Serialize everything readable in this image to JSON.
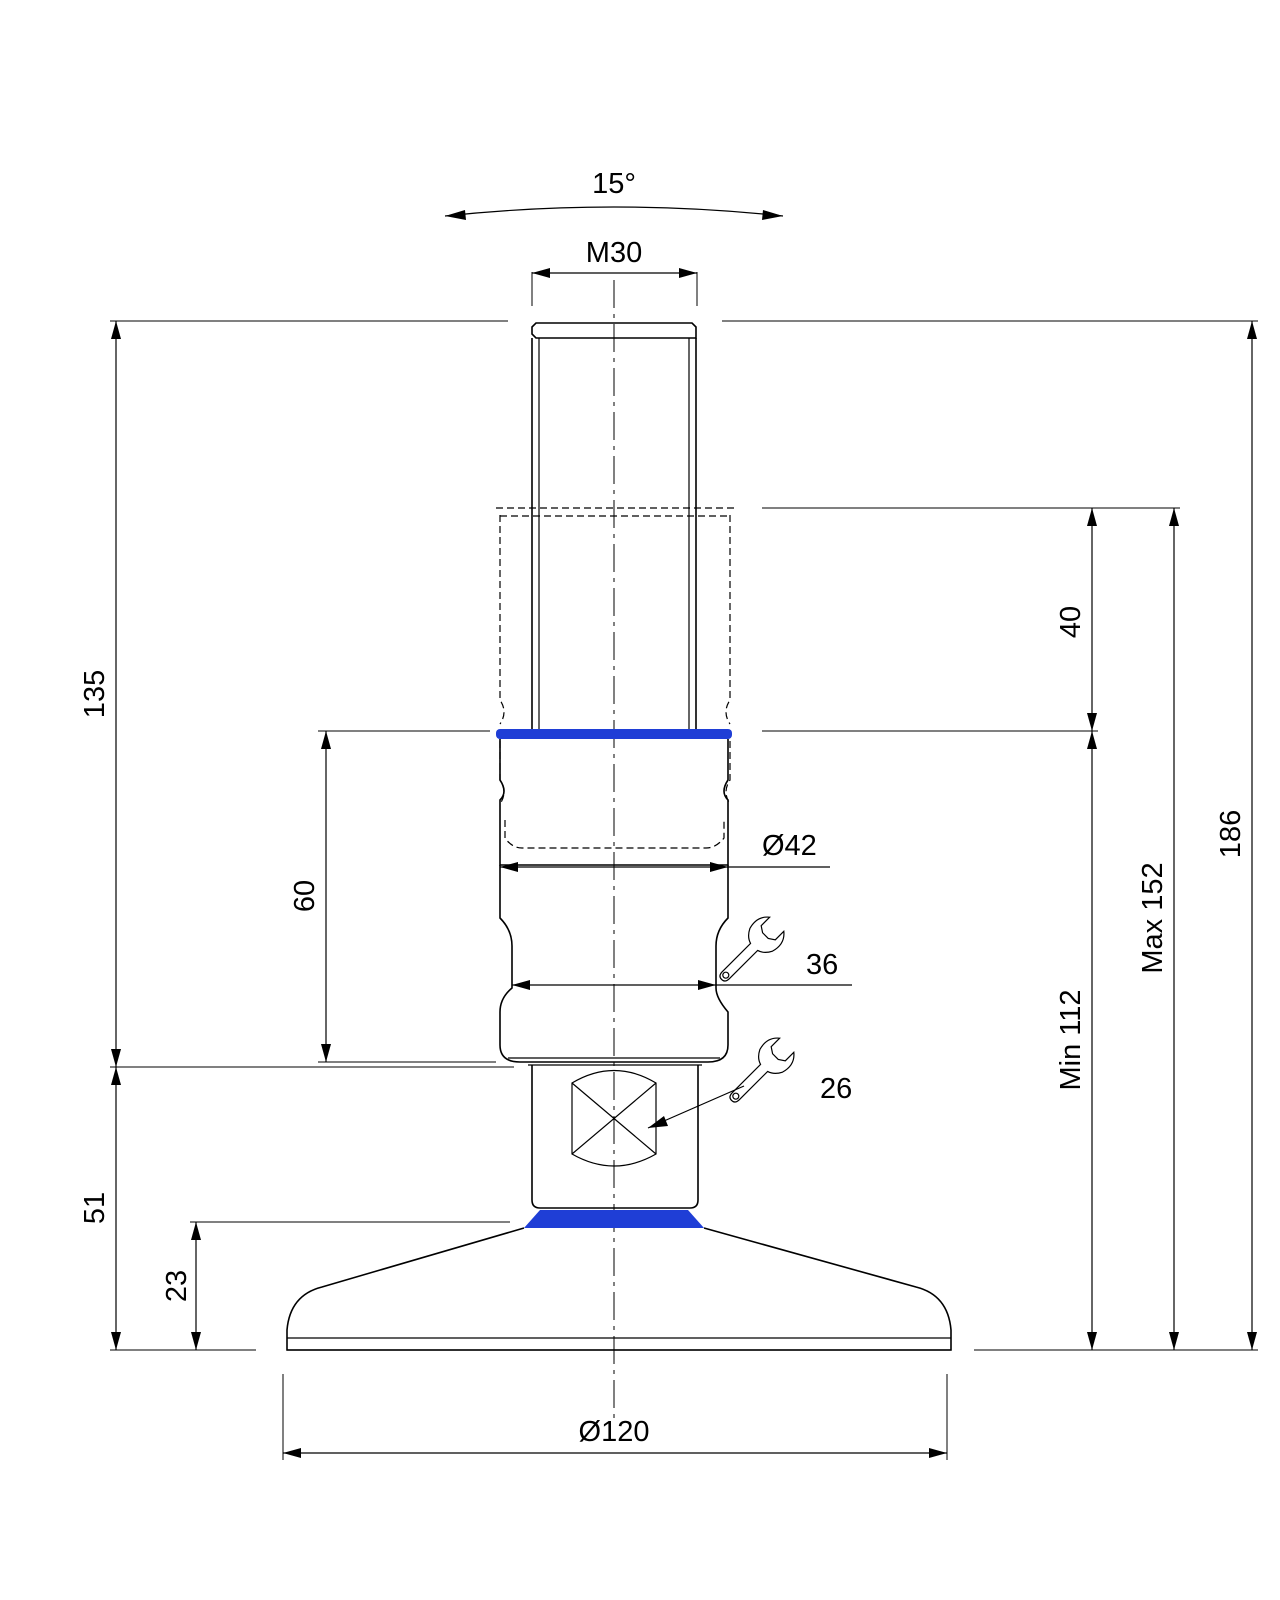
{
  "drawing": {
    "accent_color": "#1f3ed6",
    "line_color": "#000000",
    "dimensions": {
      "angle": "15°",
      "thread": "M30",
      "height_135": "135",
      "stroke_40": "40",
      "height_60": "60",
      "diameter_42": "Ø42",
      "wrench_36": "36",
      "wrench_26": "26",
      "height_51": "51",
      "height_23": "23",
      "min_112": "Min 112",
      "max_152": "Max 152",
      "overall_186": "186",
      "base_diameter": "Ø120"
    },
    "icons": [
      "wrench-icon",
      "wrench-icon"
    ]
  }
}
